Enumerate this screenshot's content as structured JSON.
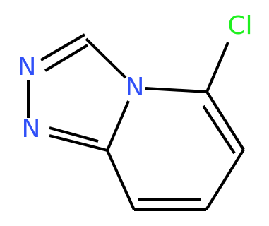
{
  "molecule": {
    "atoms": {
      "n1": {
        "symbol": "N",
        "color": "#3050F8"
      },
      "n2": {
        "symbol": "N",
        "color": "#3050F8"
      },
      "n4": {
        "symbol": "N",
        "color": "#3050F8"
      },
      "cl": {
        "symbol": "Cl",
        "color": "#1FF01F"
      }
    },
    "bond_color": "#000000"
  }
}
